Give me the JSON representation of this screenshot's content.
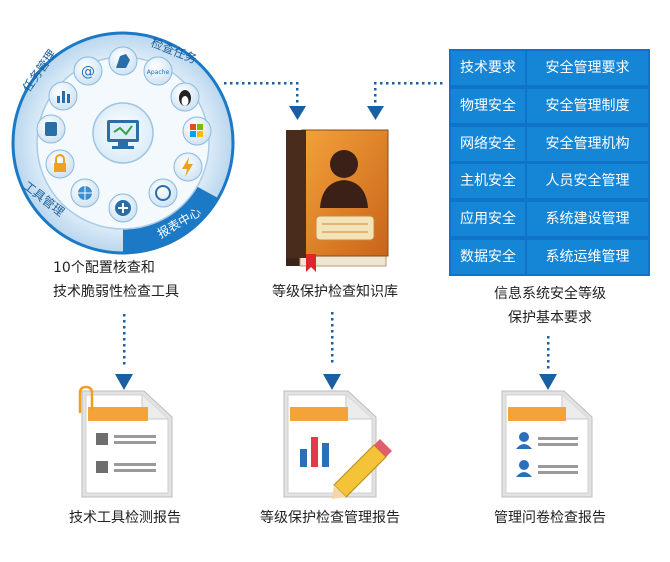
{
  "wheel": {
    "arc_top_label": "检查任务",
    "arc_topleft_label": "任务管理",
    "arc_left_label": "工具管理",
    "arc_bottom_label": "报表中心"
  },
  "captions": {
    "tool_line1": "10个配置核查和",
    "tool_line2": "技术脆弱性检查工具",
    "book": "等级保护检查知识库",
    "req_line1": "信息系统安全等级",
    "req_line2": "保护基本要求"
  },
  "requirements": {
    "left": [
      "技术要求",
      "物理安全",
      "网络安全",
      "主机安全",
      "应用安全",
      "数据安全"
    ],
    "right": [
      "安全管理要求",
      "安全管理制度",
      "安全管理机构",
      "人员安全管理",
      "系统建设管理",
      "系统运维管理"
    ]
  },
  "reports": {
    "tech": "技术工具检测报告",
    "grade": "等级保护检查管理报告",
    "mgmt": "管理问卷检查报告"
  },
  "colors": {
    "blue_dark": "#0d5fa8",
    "blue": "#1585d6",
    "dots": "#1a5fa0",
    "orange": "#f0a020"
  }
}
